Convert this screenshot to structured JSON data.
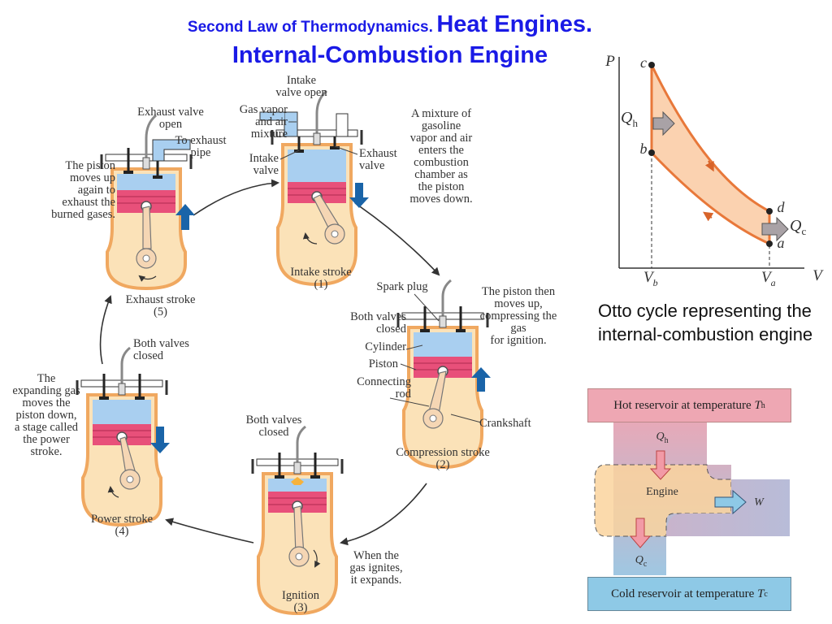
{
  "title": {
    "line1_small": "Second Law of Thermodynamics.",
    "line1_big": "Heat Engines.",
    "line2": "Internal-Combustion Engine"
  },
  "colors": {
    "title": "#1a1ae6",
    "gas_blue": "#a9cff0",
    "piston_pink": "#e8507a",
    "cylinder_cream": "#fbe2b8",
    "cylinder_outline": "#f0a860",
    "arrow_blue": "#1a64a8",
    "otto_orange": "#e8783a",
    "otto_fill": "#fbd2b0"
  },
  "engine": {
    "intake": {
      "name": "Intake stroke",
      "num": "(1)",
      "top_label": "Intake\nvalve open",
      "gas_label": "Gas vapor\nand air\nmixture",
      "intake_valve": "Intake\nvalve",
      "exhaust_valve": "Exhaust\nvalve",
      "desc": "A mixture of\ngasoline\nvapor and air\nenters the\ncombustion\nchamber as\nthe piston\nmoves down."
    },
    "compression": {
      "name": "Compression stroke",
      "num": "(2)",
      "spark_plug": "Spark plug",
      "both_closed": "Both valves\nclosed",
      "cylinder": "Cylinder",
      "piston": "Piston",
      "rod": "Connecting\nrod",
      "crankshaft": "Crankshaft",
      "desc": "The piston then\nmoves up,\ncompressing the\ngas\nfor ignition."
    },
    "ignition": {
      "name": "Ignition",
      "num": "(3)",
      "both_closed": "Both valves\nclosed",
      "desc": "When the\ngas ignites,\nit expands."
    },
    "power": {
      "name": "Power stroke",
      "num": "(4)",
      "both_closed": "Both valves\nclosed",
      "desc": "The\nexpanding gas\nmoves the\npiston down,\na stage called\nthe power\nstroke."
    },
    "exhaust": {
      "name": "Exhaust stroke",
      "num": "(5)",
      "valve_open": "Exhaust valve\nopen",
      "pipe": "To exhaust\npipe",
      "desc": "The piston\nmoves up\nagain to\nexhaust the\nburned gases."
    }
  },
  "otto": {
    "caption": "Otto cycle representing the internal-combustion engine",
    "axis_p": "P",
    "axis_v": "V",
    "vb": "V",
    "vb_sub": "b",
    "va": "V",
    "va_sub": "a",
    "pt_a": "a",
    "pt_b": "b",
    "pt_c": "c",
    "pt_d": "d",
    "qh": "Q",
    "qh_sub": "h",
    "qc": "Q",
    "qc_sub": "c"
  },
  "reservoir": {
    "hot_text": "Hot reservoir at temperature ",
    "hot_t": "T",
    "hot_sub": "h",
    "cold_text": "Cold reservoir at temperature ",
    "cold_t": "T",
    "cold_sub": "c",
    "engine": "Engine",
    "qh": "Q",
    "qh_sub": "h",
    "qc": "Q",
    "qc_sub": "c",
    "w": "W"
  }
}
